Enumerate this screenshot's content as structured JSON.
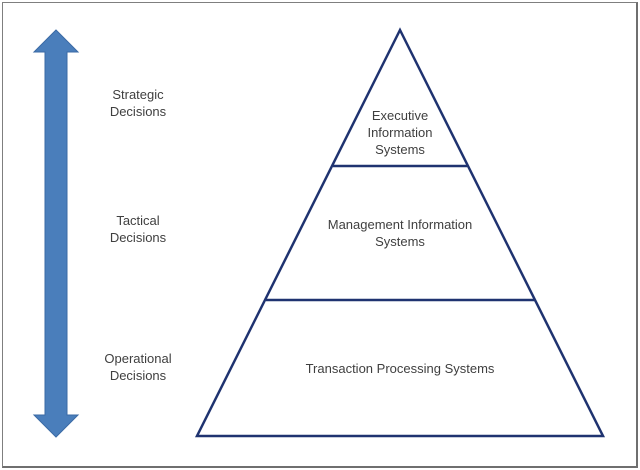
{
  "diagram": {
    "title": "",
    "colors": {
      "arrow_fill": "#4a7ebb",
      "arrow_stroke": "#3a6aa5",
      "pyramid_stroke": "#1f3370",
      "text": "#3f3f3f",
      "frame": "#7f7f7f"
    },
    "arrow": {
      "type": "double-headed-vertical",
      "meaning": "decision level scale"
    },
    "decision_levels": [
      {
        "line1": "Strategic",
        "line2": "Decisions"
      },
      {
        "line1": "Tactical",
        "line2": "Decisions"
      },
      {
        "line1": "Operational",
        "line2": "Decisions"
      }
    ],
    "pyramid_tiers": [
      {
        "line1": "Executive",
        "line2": "Information",
        "line3": "Systems"
      },
      {
        "line1": "Management Information",
        "line2": "Systems"
      },
      {
        "line1": "Transaction Processing Systems"
      }
    ]
  }
}
